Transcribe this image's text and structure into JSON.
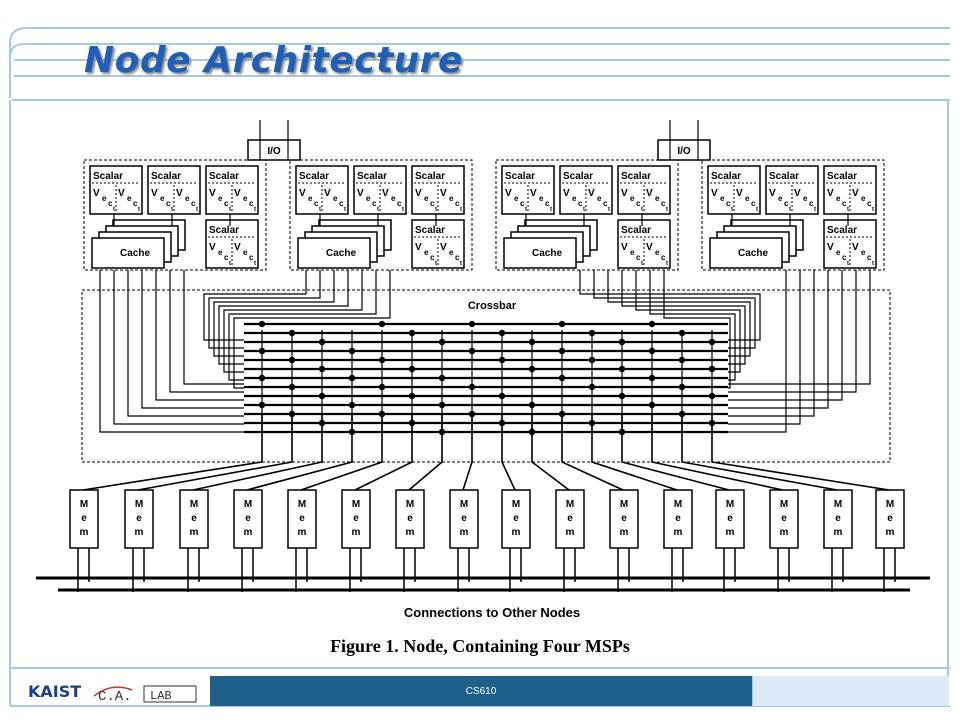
{
  "slide": {
    "title": "Node Architecture",
    "caption": "Figure 1. Node, Containing Four MSPs",
    "footer_text": "CS610",
    "logo_left": "KAIST",
    "logo_lab": "C.A. LAB"
  },
  "diagram": {
    "io_label": "I/O",
    "scalar_label": "Scalar",
    "vec_label": "Vec",
    "vec_sub": "t",
    "cache_label": "Cache",
    "crossbar_label": "Crossbar",
    "mem_letters": [
      "M",
      "e",
      "m"
    ],
    "bottom_label": "Connections to Other Nodes"
  },
  "colors": {
    "title": "#1f5fb8",
    "frame_lines": "#a5c8e8",
    "footer_bar": "#1f5f8b",
    "diagram_ink": "#000000"
  }
}
